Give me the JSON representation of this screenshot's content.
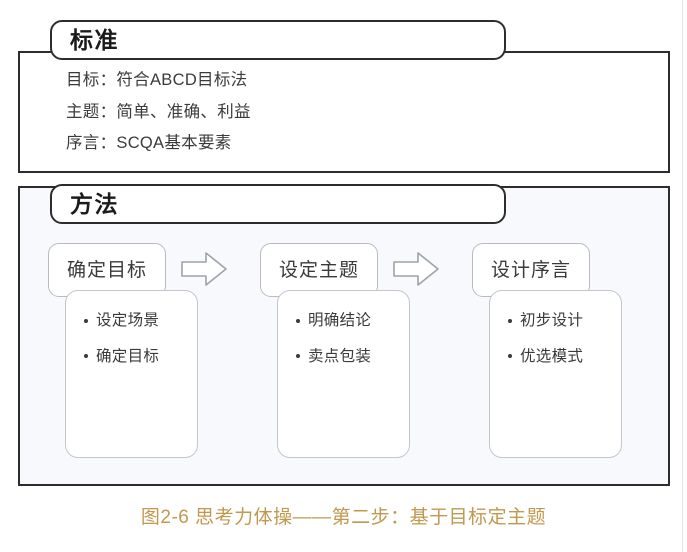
{
  "figure": {
    "caption": "图2-6 思考力体操——第二步：基于目标定主题",
    "caption_color": "#c1984f",
    "background_color": "#ffffff"
  },
  "sections": [
    {
      "id": "standard",
      "tab_label": "标准",
      "panel_background": "#ffffff",
      "panel_border_color": "#2d2d2d",
      "rows": [
        "目标：符合ABCD目标法",
        "主题：简单、准确、利益",
        "序言：SCQA基本要素"
      ]
    },
    {
      "id": "method",
      "tab_label": "方法",
      "panel_background": "#f7f9fc",
      "panel_border_color": "#2d2d2d",
      "steps": [
        {
          "title": "确定目标",
          "bullets": [
            "设定场景",
            "确定目标"
          ]
        },
        {
          "title": "设定主题",
          "bullets": [
            "明确结论",
            "卖点包装"
          ]
        },
        {
          "title": "设计序言",
          "bullets": [
            "初步设计",
            "优选模式"
          ]
        }
      ],
      "arrows": [
        {
          "name": "arrow-right-icon",
          "direction": "right"
        },
        {
          "name": "arrow-right-icon",
          "direction": "right"
        }
      ]
    }
  ]
}
